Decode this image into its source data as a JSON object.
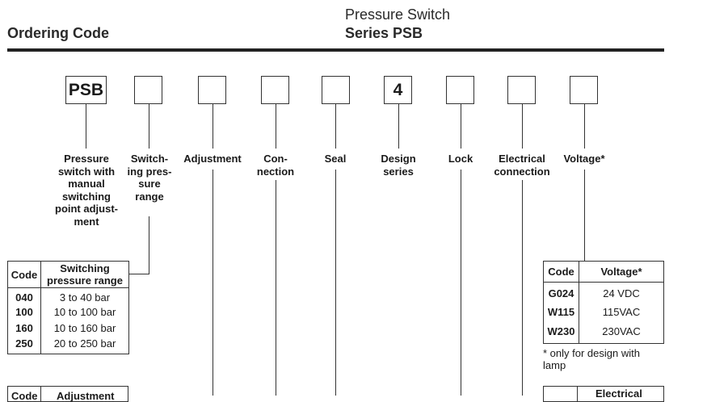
{
  "header": {
    "left_title": "Ordering Code",
    "right_title": "Pressure Switch",
    "right_subtitle": "Series PSB"
  },
  "code_boxes": [
    "PSB",
    "",
    "",
    "",
    "",
    "4",
    "",
    "",
    ""
  ],
  "labels": {
    "pressure_switch": "Pressure switch with manual switching point adjust- ment",
    "switching_range": "Switch- ing pres- sure range",
    "adjustment": "Adjustment",
    "connection": "Con- nection",
    "seal": "Seal",
    "design_series": "Design series",
    "lock": "Lock",
    "electrical_connection": "Electrical connection",
    "voltage": "Voltage*"
  },
  "pressure_table": {
    "col1": "Code",
    "col2": "Switching pressure range",
    "rows": [
      {
        "code": "040",
        "value": "3 to 40 bar"
      },
      {
        "code": "100",
        "value": "10 to 100 bar"
      },
      {
        "code": "160",
        "value": "10 to 160 bar"
      },
      {
        "code": "250",
        "value": "20 to 250 bar"
      }
    ]
  },
  "adjustment_table": {
    "col1": "Code",
    "col2": "Adjustment"
  },
  "voltage_table": {
    "col1": "Code",
    "col2": "Voltage*",
    "rows": [
      {
        "code": "G024",
        "value": "24 VDC"
      },
      {
        "code": "W115",
        "value": "115VAC"
      },
      {
        "code": "W230",
        "value": "230VAC"
      }
    ],
    "footnote": "* only for design with lamp"
  },
  "electrical_table": {
    "col2": "Electrical"
  }
}
